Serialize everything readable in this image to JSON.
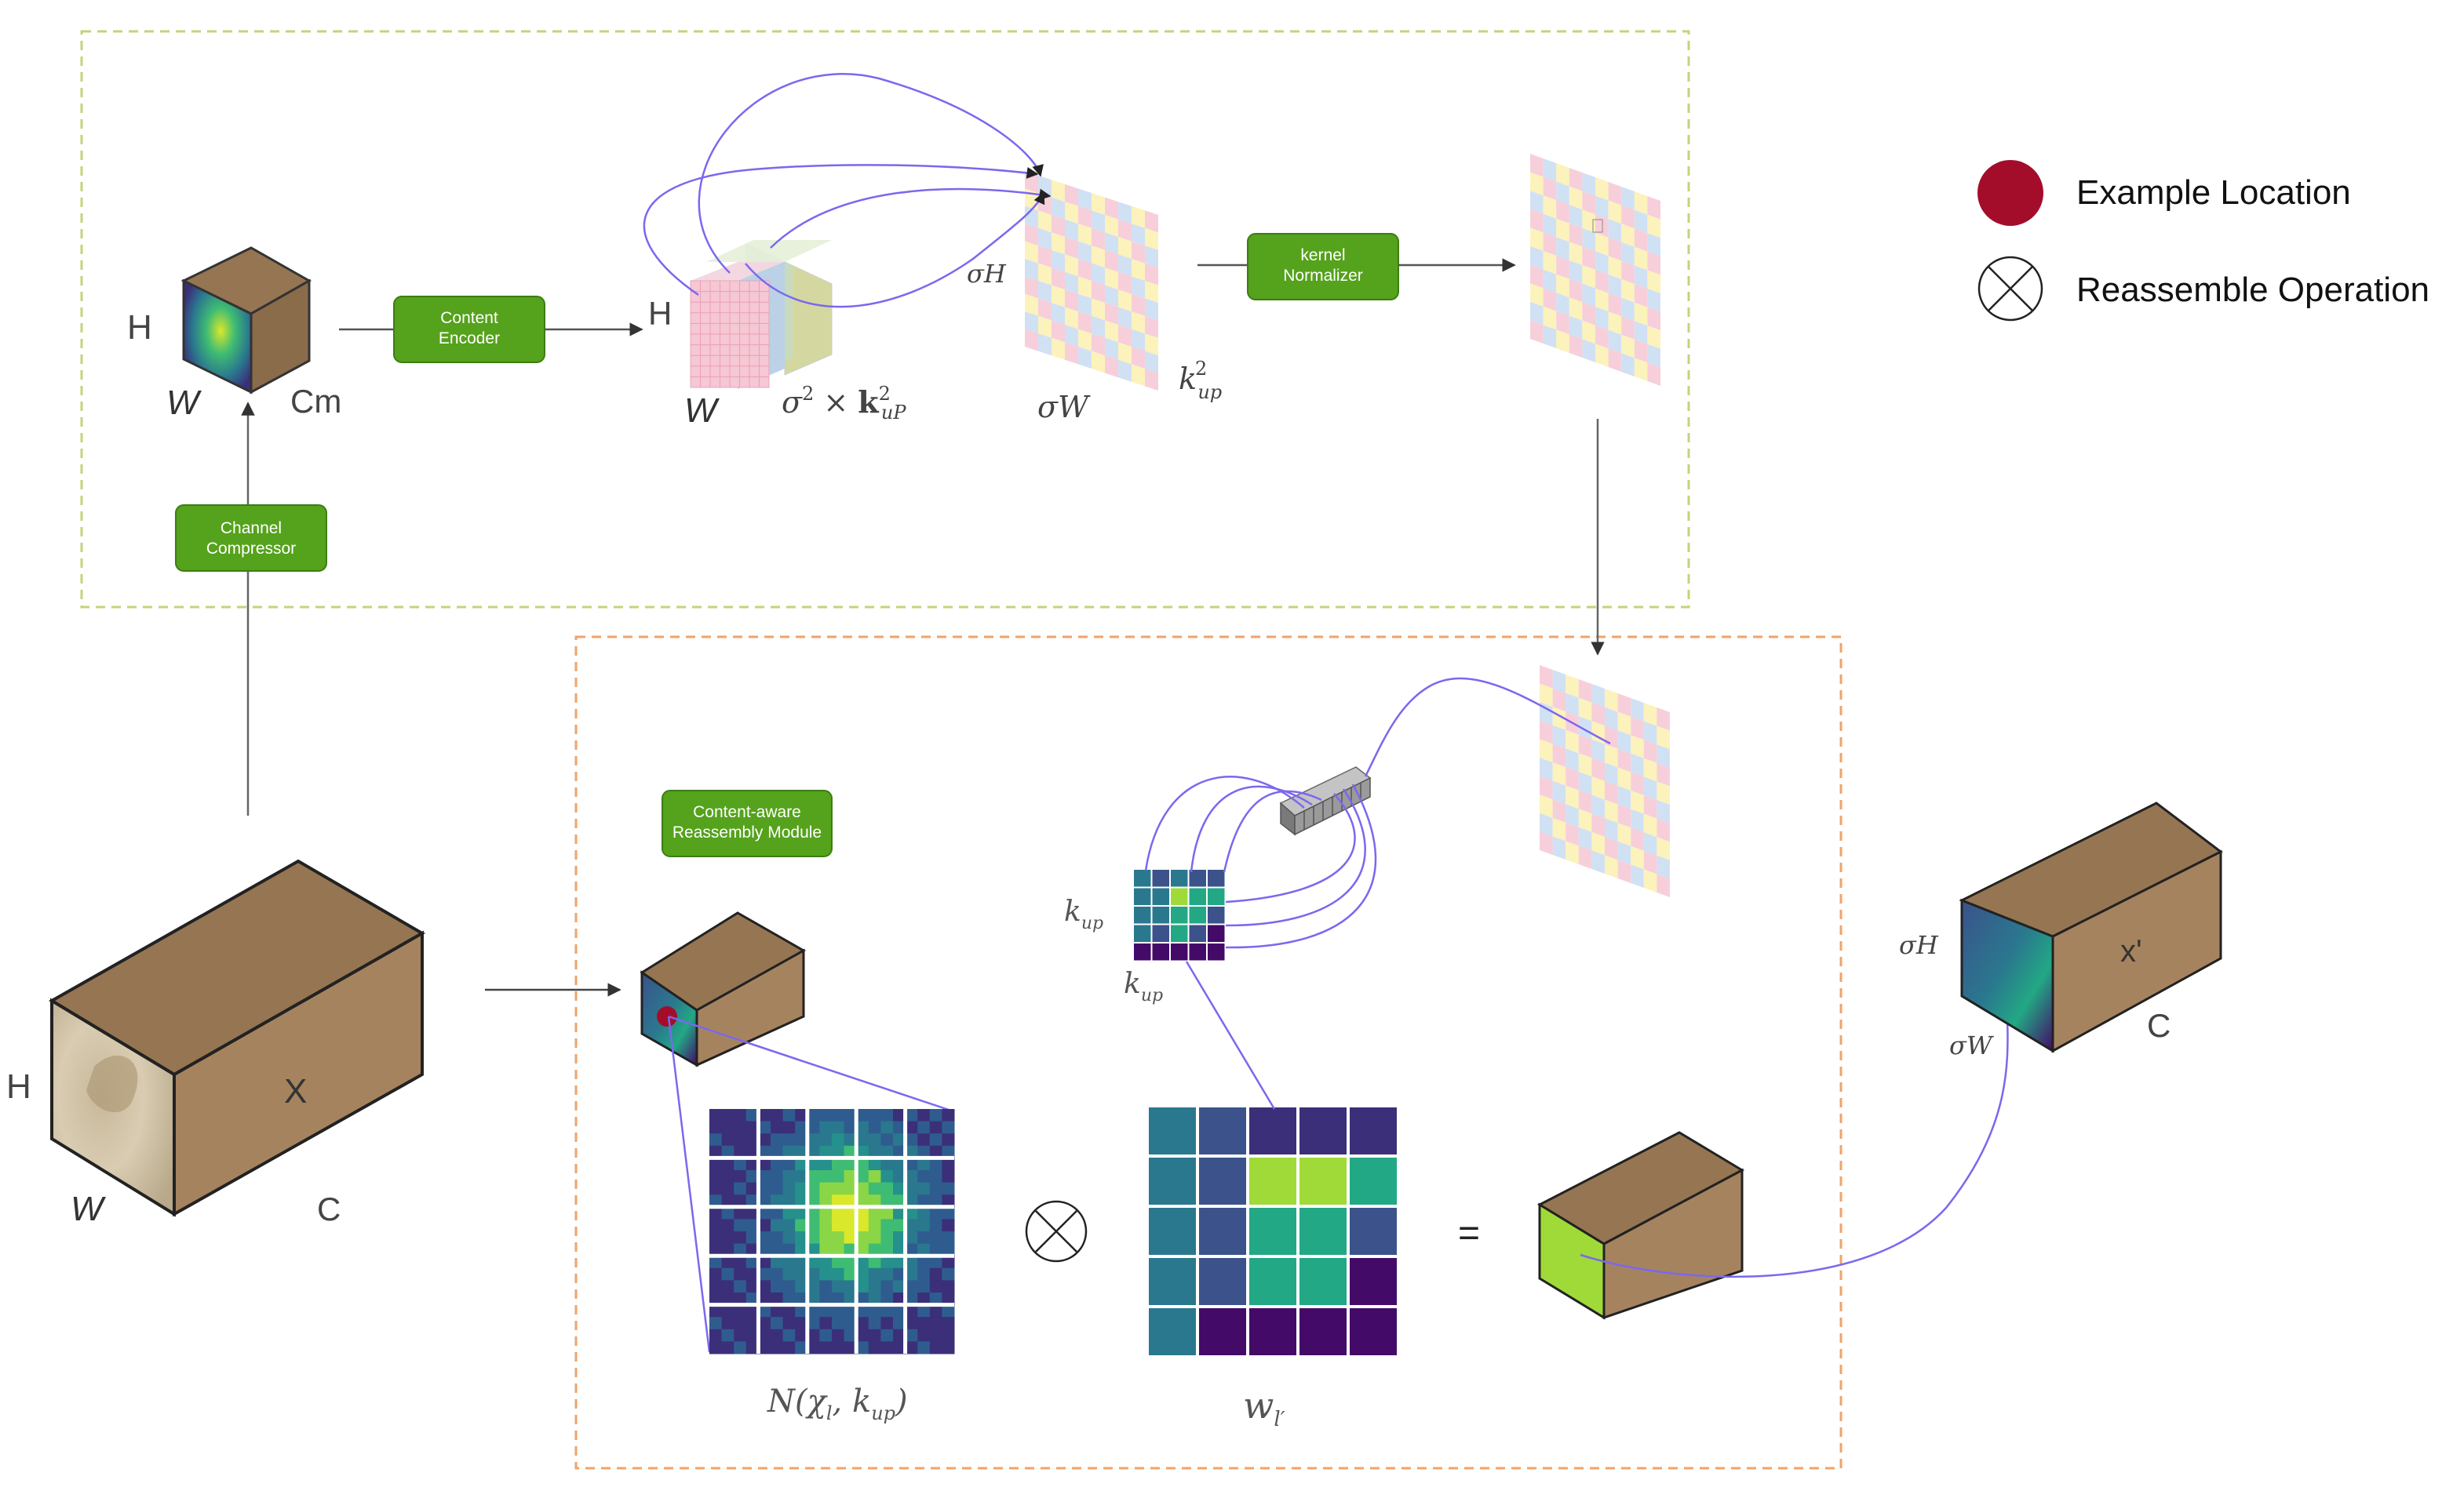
{
  "colors": {
    "brown_front": "#a6835f",
    "brown_top": "#967552",
    "brown_side": "#8a6b4a",
    "green_box": "#55a21c",
    "green_box_border": "#3d7d12",
    "purple_line": "#7b68ee",
    "red_dot": "#a30d2a",
    "top_frame": "#c7d27a",
    "bottom_frame": "#f0a36a",
    "viridis_dark": "#440a68",
    "viridis_teal": "#2a788e",
    "viridis_green": "#22a884",
    "viridis_lime": "#a0da39",
    "viridis_blue": "#3b528b"
  },
  "legend": {
    "example_location": "Example Location",
    "reassemble_operation": "Reassemble Operation"
  },
  "modules": {
    "content_encoder_1": "Content",
    "content_encoder_2": "Encoder",
    "kernel_normalizer_1": "kernel",
    "kernel_normalizer_2": "Normalizer",
    "channel_compressor_1": "Channel",
    "channel_compressor_2": "Compressor",
    "carm_1": "Content-aware",
    "carm_2": "Reassembly Module"
  },
  "labels": {
    "top_cube_h": "H",
    "top_cube_w": "W",
    "top_cube_c": "Cm",
    "enc_h": "H",
    "enc_w": "W",
    "enc_channels": "σ² × k²uP",
    "enc_channels_base": "σ",
    "enc_channels_rest": " × ",
    "k_bold": "k",
    "sub_up": "uP",
    "sup_2": "2",
    "kernel_sigma_h": "σH",
    "kernel_sigma_w": "σW",
    "k_up_sq_base": "k",
    "k_up_sq_sub": "up",
    "k_up_sq_sup": "2",
    "x_h": "H",
    "x_w": "W",
    "x_c": "C",
    "x_name": "X",
    "k_up_left": "k",
    "k_up_left_sub": "up",
    "k_up_bottom": "k",
    "k_up_bottom_sub": "up",
    "neighborhood": "N(χ",
    "neighborhood_l": "l",
    "neighborhood_mid": ", k",
    "neighborhood_up": "up",
    "neighborhood_end": ")",
    "w_label": "w",
    "w_sub": "l′",
    "equals": "=",
    "out_sigma_h": "σH",
    "out_sigma_w": "σW",
    "out_c": "C",
    "out_name": "x'"
  }
}
